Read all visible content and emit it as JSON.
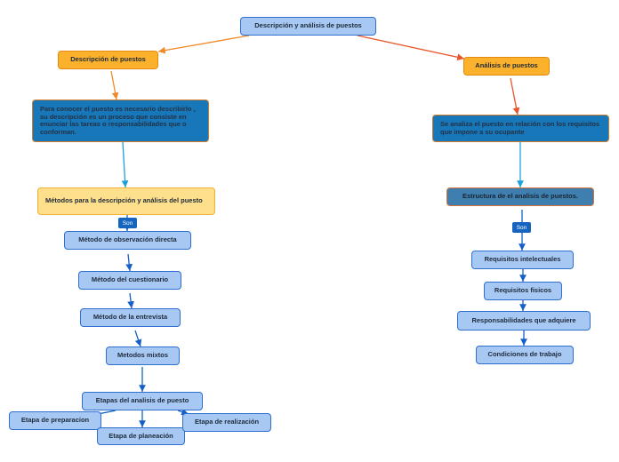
{
  "nodes": {
    "root": "Descripción y análisis de puestos",
    "descripcion": "Descripción de puestos",
    "analisis": "Análisis de puestos",
    "descripcion_text": "Para conocer el puesto es necesario describirlo , su descripción es un proceso que consiste en enunciar las tareas o responsabilidades que o conforman.",
    "analisis_text": "Se analiza el puesto en relación con los requisitos que impone a su ocupante",
    "metodos": "Métodos para la descripción y análisis del puesto",
    "estructura": "Estructura de el analisis de puestos.",
    "observacion": "Método de observación directa",
    "cuestionario": "Método del cuestionario",
    "entrevista": "Método de la entrevista",
    "mixtos": "Metodos mixtos",
    "etapas": "Etapas del analisis de puesto",
    "preparacion": "Etapa de preparacion",
    "planeacion": "Etapa de planeación",
    "realizacion": "Etapa de realización",
    "intelectuales": "Requisitos intelectuales",
    "fisicos": "Requisitos fisicos",
    "responsabilidades": "Responsabilidades que adquiere",
    "condiciones": "Condiciones de trabajo"
  },
  "tags": {
    "son_left": "Son",
    "son_right": "Son"
  },
  "colors": {
    "orange_arrow": "#f0892a",
    "red_arrow": "#e8562a",
    "cyan_arrow": "#1ea0dc",
    "blue_arrow": "#1560c8"
  }
}
